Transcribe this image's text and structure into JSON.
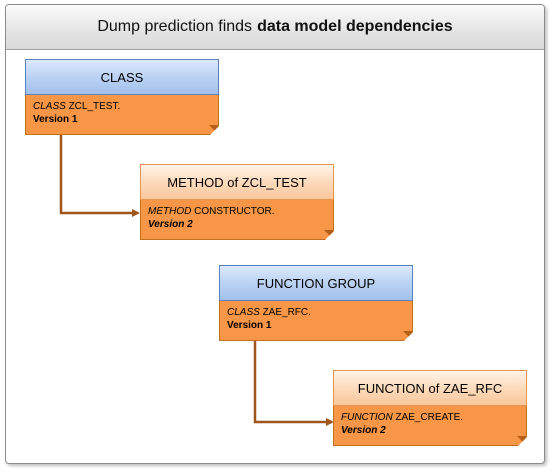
{
  "title": {
    "text": "Dump prediction finds",
    "bold": "data model dependencies"
  },
  "nodes": [
    {
      "header": "CLASS",
      "keyword": "CLASS",
      "text": "ZCL_TEST.",
      "version": "Version 1",
      "style": "blue"
    },
    {
      "header": "METHOD of ZCL_TEST",
      "keyword": "METHOD",
      "text": "CONSTRUCTOR.",
      "version": "Version 2",
      "style": "peach"
    },
    {
      "header": "FUNCTION GROUP",
      "keyword": "CLASS",
      "text": "ZAE_RFC.",
      "version": "Version 1",
      "style": "blue"
    },
    {
      "header": "FUNCTION of ZAE_RFC",
      "keyword": "FUNCTION",
      "text": "ZAE_CREATE.",
      "version": "Version 2",
      "style": "peach"
    }
  ],
  "colors": {
    "body_orange": "#f79646",
    "header_blue": "#b8d0f2",
    "header_peach": "#fcd9b8",
    "connector": "#a0561b"
  }
}
